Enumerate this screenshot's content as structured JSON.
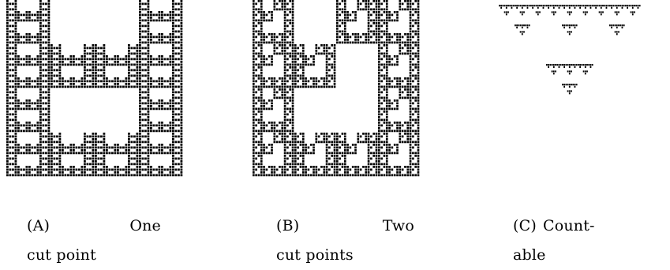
{
  "figure": {
    "fill_color": "#000000",
    "background_color": "#ffffff",
    "panels": [
      {
        "id": "a",
        "tag": "(A)",
        "caption_line1": "One",
        "caption_line2": "cut point",
        "fractal": {
          "icon": "sierpinski-carpet-variant-icon",
          "grid": 4,
          "depth": 3,
          "pattern": [
            "1001",
            "1111",
            "1001",
            "1111"
          ]
        }
      },
      {
        "id": "b",
        "tag": "(B)",
        "caption_line1": "Two",
        "caption_line2": "cut points",
        "fractal": {
          "icon": "self-affine-column-fractal-icon",
          "grid": 4,
          "depth": 3,
          "pattern": [
            "1011",
            "1101",
            "1001",
            "1111"
          ]
        }
      },
      {
        "id": "c",
        "tag": "(C)",
        "caption_line1": "Count-",
        "caption_line2": "able",
        "fractal": {
          "icon": "tree-branching-fractal-icon",
          "grid": 3,
          "depth": 4,
          "pattern": [
            "111",
            "010",
            "000"
          ]
        }
      }
    ]
  }
}
